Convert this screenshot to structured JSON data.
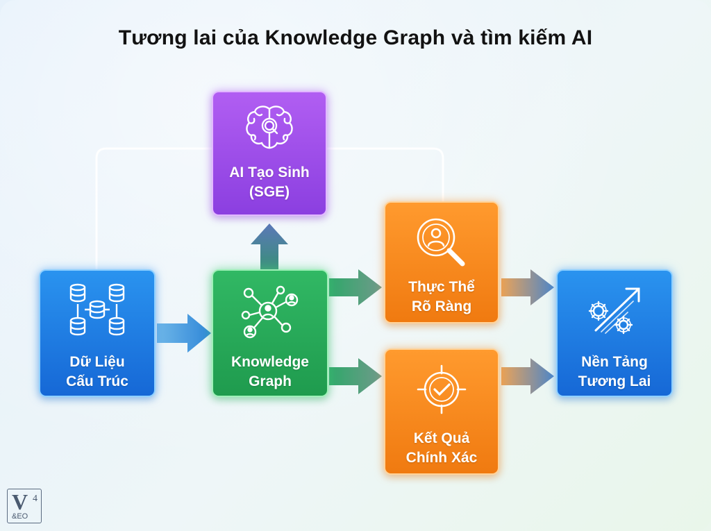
{
  "title": "Tương lai của Knowledge Graph và tìm kiếm AI",
  "nodes": {
    "structured_data": {
      "line1": "Dữ Liệu",
      "line2": "Cấu Trúc",
      "icon": "database-cluster-icon",
      "color": "#1e7fe3"
    },
    "knowledge_graph": {
      "line1": "Knowledge",
      "line2": "Graph",
      "icon": "network-graph-icon",
      "color": "#27a957"
    },
    "generative_ai": {
      "line1": "AI Tạo Sinh",
      "line2": "(SGE)",
      "icon": "brain-search-icon",
      "color": "#9b4ae8"
    },
    "clear_entities": {
      "line1": "Thực Thể",
      "line2": "Rõ Ràng",
      "icon": "person-magnifier-icon",
      "color": "#f7891c"
    },
    "accurate_results": {
      "line1": "Kết Quả",
      "line2": "Chính Xác",
      "icon": "target-check-icon",
      "color": "#f7891c"
    },
    "future_foundation": {
      "line1": "Nền Tảng",
      "line2": "Tương Lai",
      "icon": "gears-growth-arrow-icon",
      "color": "#1e7fe3"
    }
  },
  "logo": {
    "letter": "V",
    "number": "4",
    "subtitle": "&EO"
  }
}
